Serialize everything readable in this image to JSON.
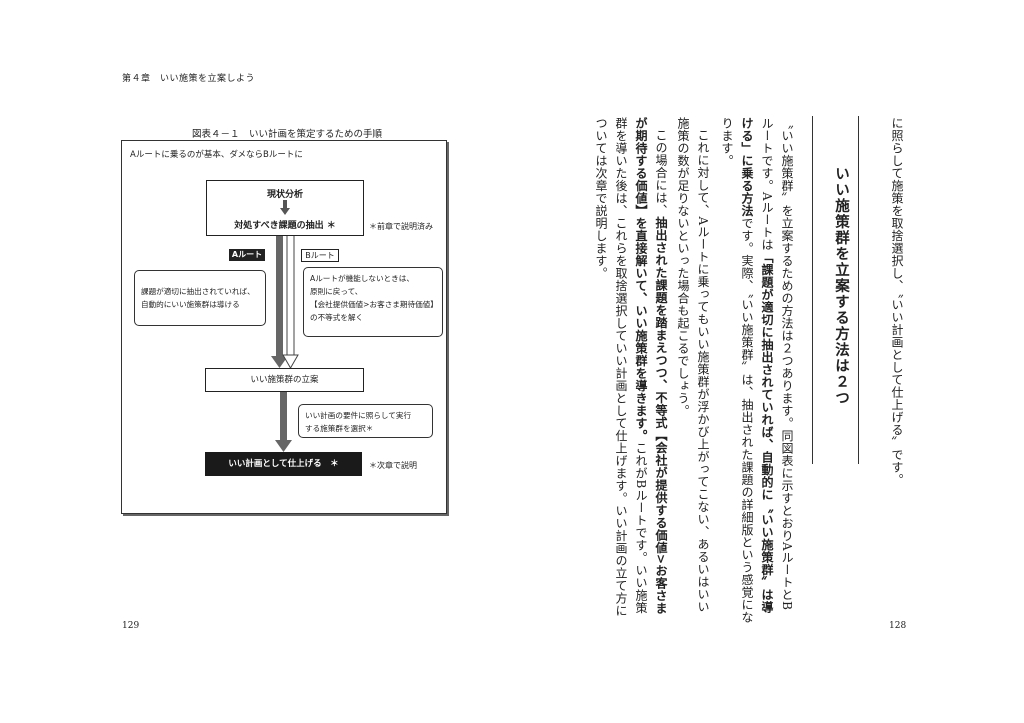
{
  "left_page": {
    "running_head": "第４章　いい施策を立案しよう",
    "page_number": "129",
    "figure": {
      "title": "図表４－１　いい計画を策定するための手順",
      "caption": "Aルートに乗るのが基本、ダメならBルートに",
      "analysis_label": "現状分析",
      "issues_label": "対処すべき課題の抽出 ＊",
      "prev_chapter_note": "＊前章で説明済み",
      "route_a": "Aルート",
      "route_b": "Bルート",
      "bubble_a": [
        "課題が適切に抽出されていれば、",
        "自動的にいい施策群は導ける"
      ],
      "bubble_b": [
        "Aルートが機能しないときは、",
        "原則に戻って、",
        "【会社提供価値>お客さま期待価値】",
        "の不等式を解く"
      ],
      "plan_label": "いい施策群の立案",
      "bubble_select": [
        "いい計画の要件に照らして実行",
        "する施策群を選択＊"
      ],
      "final_label": "いい計画として仕上げる　＊",
      "next_chapter_note": "＊次章で説明"
    }
  },
  "right_page": {
    "page_number": "128",
    "col_intro": "に照らして施策を取捨選択し、〝いい計画として仕上げる〟です。",
    "heading": "いい施策群を立案する方法は２つ",
    "p1_c1": "〝いい施策群〟を立案するための方法は２つあります。同図表に示すとおりAルートとB",
    "p1_c2a": "ルートです。Aルートは",
    "p1_c2b": "「課題が適切に抽出されていれば、自動的に〝いい施策群〟は導",
    "p1_c3a": "ける」に乗る方法",
    "p1_c3b": "です。実際、〝いい施策群〟は、抽出された課題の詳細版という感覚にな",
    "p1_c4": "ります。",
    "p2_c1": "これに対して、Aルートに乗ってもいい施策群が浮かび上がってこない、あるいはいい",
    "p2_c2": "施策の数が足りないといった場合も起こるでしょう。",
    "p3_c1a": "この場合には、",
    "p3_c1b": "抽出された課題を踏まえつつ、不等式【会社が提供する価値>お客さま",
    "p3_c2a": "が期待する価値】を直接解いて、いい施策群を導きます。",
    "p3_c2b": "これがBルートです。いい施策",
    "p3_c3": "群を導いた後は、これらを取捨選択していい計画として仕上げます。いい計画の立て方に",
    "p3_c4": "ついては次章で説明します。"
  }
}
